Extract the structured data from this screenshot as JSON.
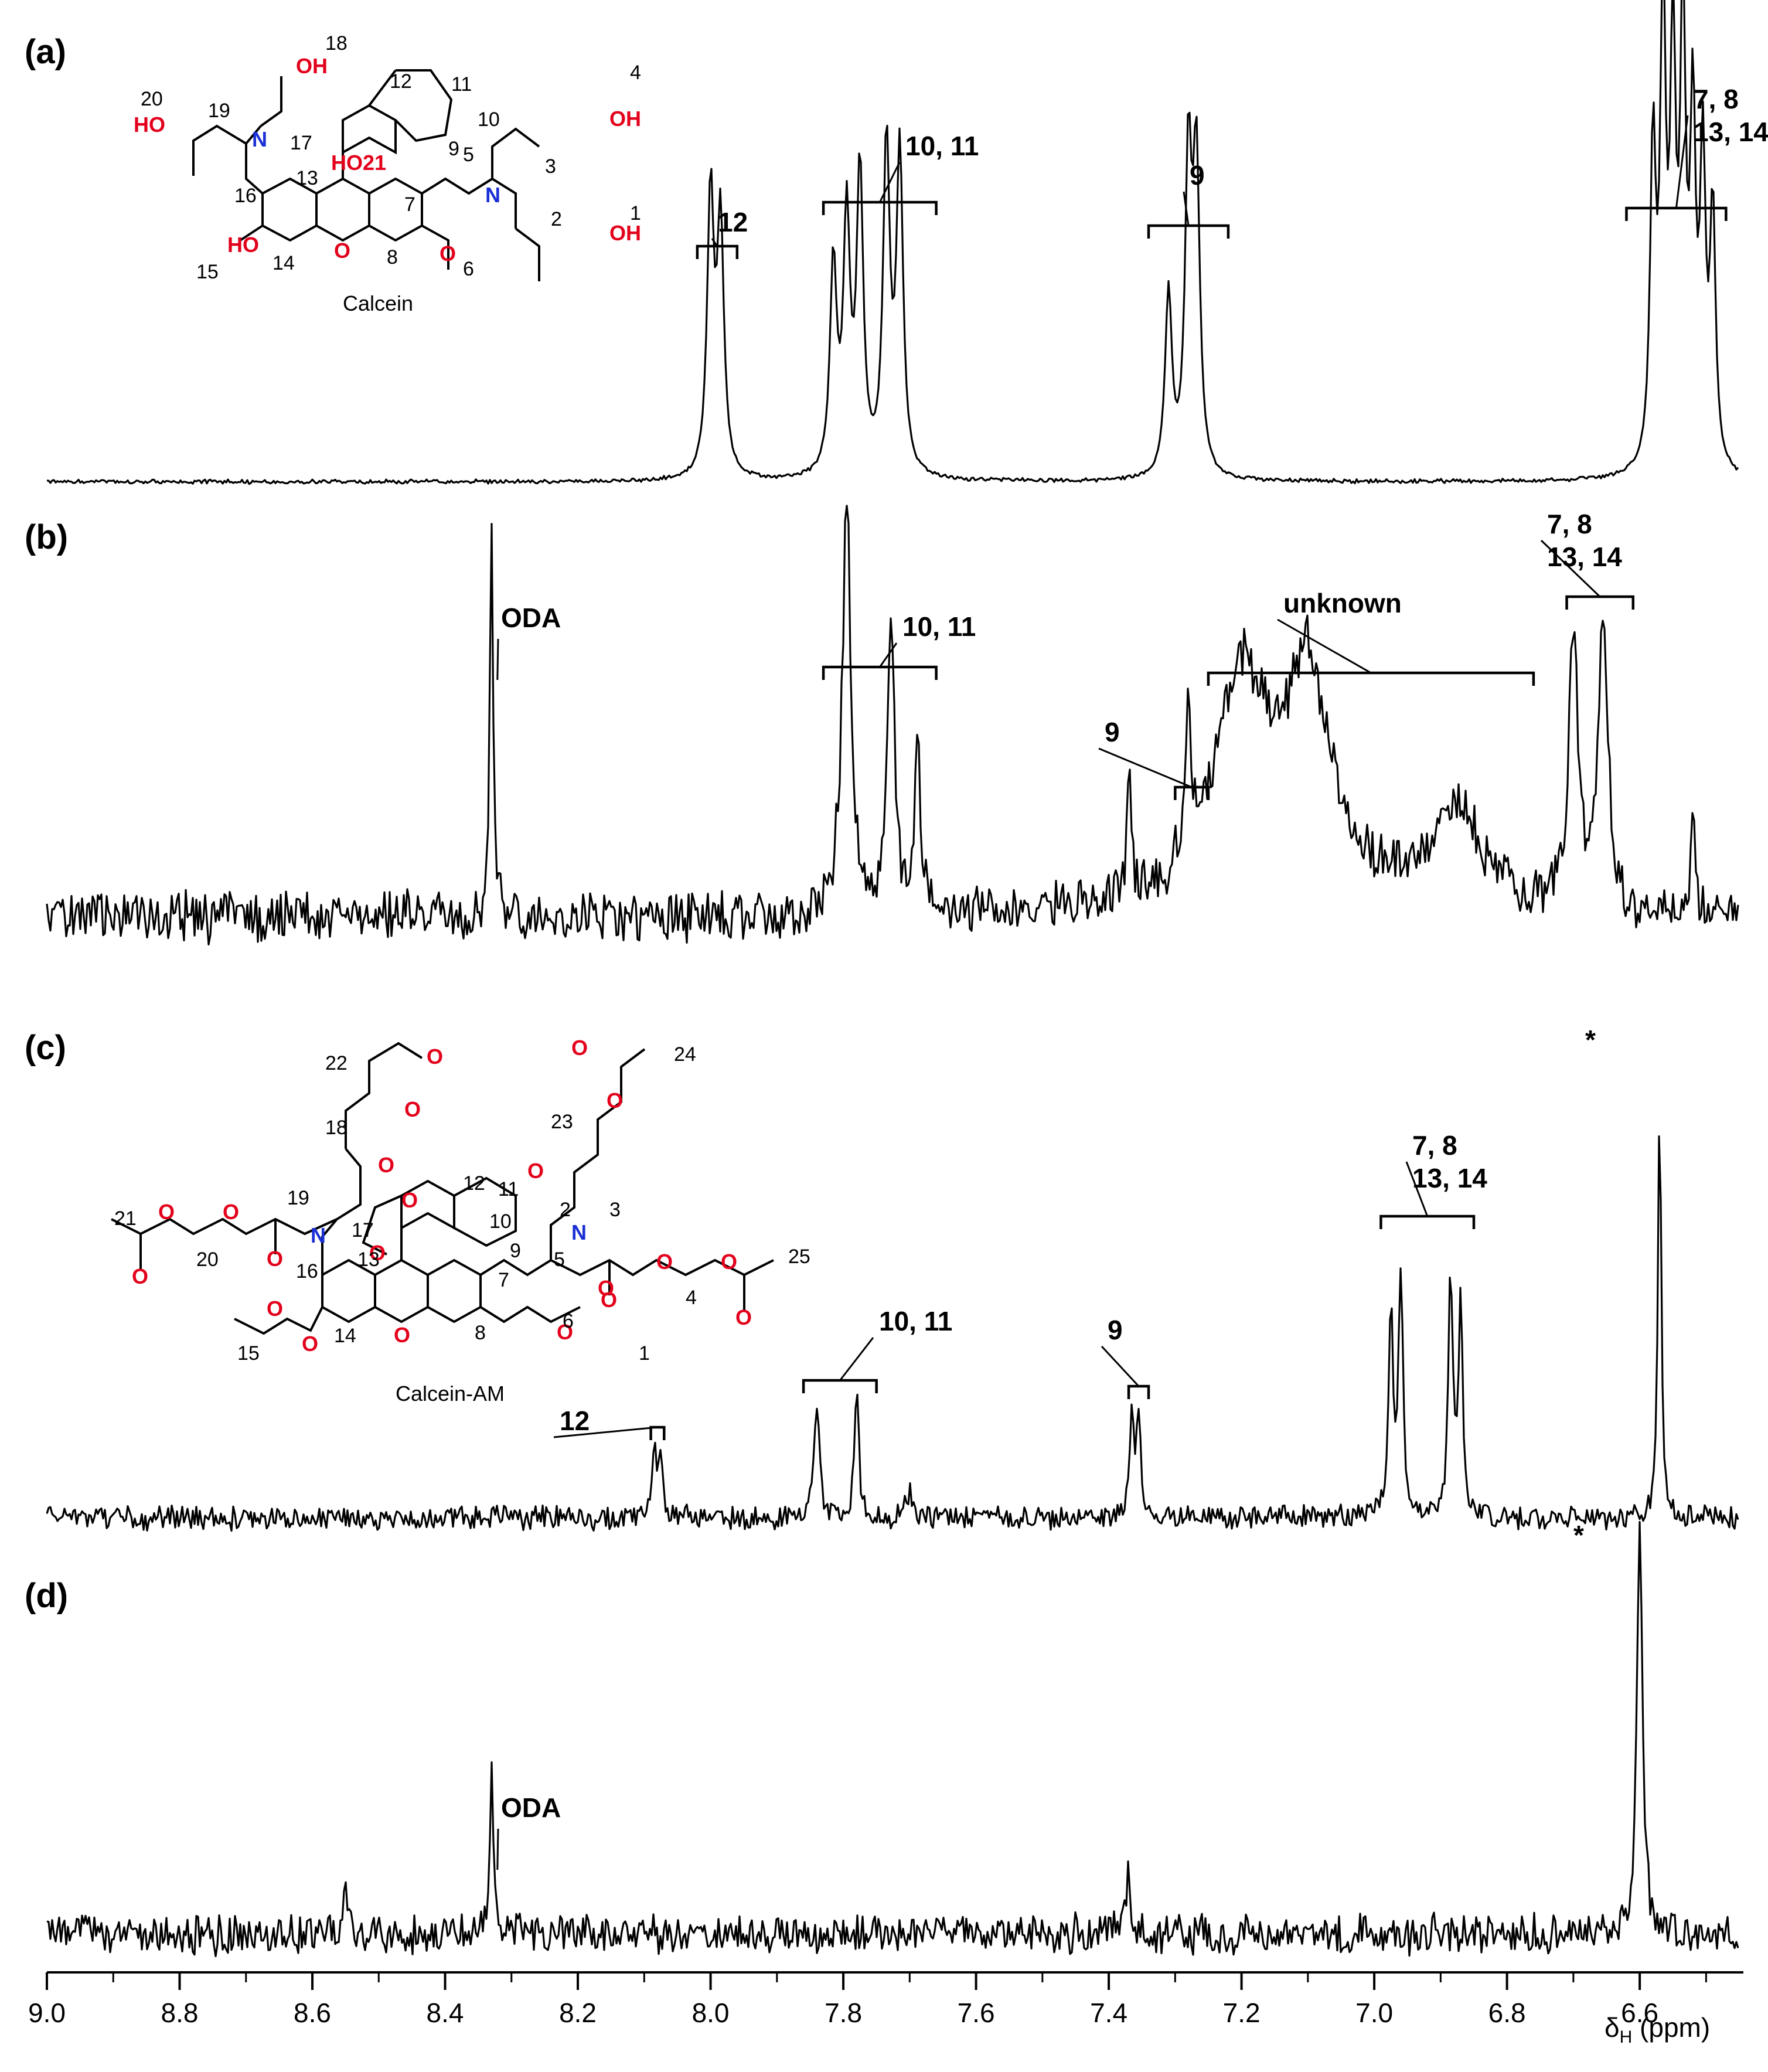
{
  "chart_data": {
    "type": "line",
    "xlabel": "δH (ppm)",
    "xlabel_main": "δ",
    "xlabel_sub": "H",
    "xlabel_unit": " (ppm)",
    "xlim": [
      9.0,
      6.45
    ],
    "x_reversed": true,
    "x_ticks": [
      "9.0",
      "8.8",
      "8.6",
      "8.4",
      "8.2",
      "8.0",
      "7.8",
      "7.6",
      "7.4",
      "7.2",
      "7.0",
      "6.8",
      "6.6"
    ],
    "panels": [
      {
        "label": "(a)",
        "molecule": "Calcein",
        "baseline_from": 8.99,
        "baseline_to": 6.45,
        "peaks": [
          {
            "x": 8.0,
            "h": 0.62,
            "w": 0.006
          },
          {
            "x": 7.985,
            "h": 0.55,
            "w": 0.006
          },
          {
            "x": 7.815,
            "h": 0.46,
            "w": 0.006
          },
          {
            "x": 7.795,
            "h": 0.55,
            "w": 0.006
          },
          {
            "x": 7.775,
            "h": 0.66,
            "w": 0.006
          },
          {
            "x": 7.735,
            "h": 0.72,
            "w": 0.006
          },
          {
            "x": 7.715,
            "h": 0.7,
            "w": 0.006
          },
          {
            "x": 7.31,
            "h": 0.4,
            "w": 0.006
          },
          {
            "x": 7.28,
            "h": 0.68,
            "w": 0.006
          },
          {
            "x": 7.268,
            "h": 0.66,
            "w": 0.006
          },
          {
            "x": 6.58,
            "h": 0.7,
            "w": 0.005
          },
          {
            "x": 6.565,
            "h": 1.0,
            "w": 0.005
          },
          {
            "x": 6.55,
            "h": 0.88,
            "w": 0.005
          },
          {
            "x": 6.535,
            "h": 0.96,
            "w": 0.005
          },
          {
            "x": 6.52,
            "h": 0.74,
            "w": 0.005
          },
          {
            "x": 6.505,
            "h": 0.66,
            "w": 0.005
          },
          {
            "x": 6.49,
            "h": 0.56,
            "w": 0.005
          }
        ],
        "annotations": [
          {
            "text": "12",
            "from": 8.02,
            "to": 7.96
          },
          {
            "text": "10, 11",
            "from": 7.83,
            "to": 7.66
          },
          {
            "text": "9",
            "from": 7.34,
            "to": 7.22
          },
          {
            "text": "7, 8\n13, 14",
            "from": 6.62,
            "to": 6.47
          }
        ]
      },
      {
        "label": "(b)",
        "peaks": [
          {
            "x": 8.33,
            "h": 0.92,
            "w": 0.003
          },
          {
            "x": 7.795,
            "h": 1.0,
            "w": 0.008
          },
          {
            "x": 7.728,
            "h": 0.72,
            "w": 0.006
          },
          {
            "x": 7.688,
            "h": 0.45,
            "w": 0.005
          },
          {
            "x": 7.37,
            "h": 0.3,
            "w": 0.004
          },
          {
            "x": 7.28,
            "h": 0.36,
            "w": 0.005
          },
          {
            "x": 7.2,
            "h": 0.55,
            "w": 0.05
          },
          {
            "x": 7.1,
            "h": 0.55,
            "w": 0.04
          },
          {
            "x": 6.88,
            "h": 0.25,
            "w": 0.05
          },
          {
            "x": 6.7,
            "h": 0.68,
            "w": 0.008
          },
          {
            "x": 6.655,
            "h": 0.74,
            "w": 0.008
          },
          {
            "x": 6.52,
            "h": 0.28,
            "w": 0.003
          }
        ],
        "annotations": [
          {
            "text": "ODA",
            "from": 8.33,
            "to": 8.33
          },
          {
            "text": "10, 11",
            "from": 7.83,
            "to": 7.66
          },
          {
            "text": "9",
            "from": 7.3,
            "to": 7.25
          },
          {
            "text": "unknown",
            "from": 7.25,
            "to": 6.76
          },
          {
            "text": "7, 8\n13, 14",
            "from": 6.71,
            "to": 6.61
          }
        ]
      },
      {
        "label": "(c)",
        "molecule": "Calcein-AM",
        "peaks": [
          {
            "x": 8.085,
            "h": 0.17,
            "w": 0.004
          },
          {
            "x": 8.075,
            "h": 0.15,
            "w": 0.004
          },
          {
            "x": 7.84,
            "h": 0.25,
            "w": 0.005
          },
          {
            "x": 7.78,
            "h": 0.3,
            "w": 0.004
          },
          {
            "x": 7.7,
            "h": 0.06,
            "w": 0.006
          },
          {
            "x": 7.365,
            "h": 0.23,
            "w": 0.004
          },
          {
            "x": 7.355,
            "h": 0.22,
            "w": 0.004
          },
          {
            "x": 6.975,
            "h": 0.5,
            "w": 0.004
          },
          {
            "x": 6.96,
            "h": 0.56,
            "w": 0.004
          },
          {
            "x": 6.885,
            "h": 0.57,
            "w": 0.004
          },
          {
            "x": 6.87,
            "h": 0.49,
            "w": 0.004
          },
          {
            "x": 6.57,
            "h": 1.0,
            "w": 0.003
          }
        ],
        "annotations": [
          {
            "text": "*",
            "from": 6.57,
            "to": 6.57
          },
          {
            "text": "12",
            "from": 8.09,
            "to": 8.07
          },
          {
            "text": "10, 11",
            "from": 7.86,
            "to": 7.75
          },
          {
            "text": "9",
            "from": 7.37,
            "to": 7.34
          },
          {
            "text": "7, 8\n13, 14",
            "from": 6.99,
            "to": 6.85
          }
        ]
      },
      {
        "label": "(d)",
        "peaks": [
          {
            "x": 8.33,
            "h": 0.42,
            "w": 0.003
          },
          {
            "x": 8.55,
            "h": 0.12,
            "w": 0.003
          },
          {
            "x": 7.37,
            "h": 0.16,
            "w": 0.004
          },
          {
            "x": 6.6,
            "h": 1.0,
            "w": 0.005
          }
        ],
        "annotations": [
          {
            "text": "*",
            "from": 6.6,
            "to": 6.6
          },
          {
            "text": "ODA",
            "from": 8.33,
            "to": 8.33
          }
        ]
      }
    ]
  },
  "molecules": {
    "calcein": {
      "name": "Calcein",
      "numbers": [
        "1",
        "2",
        "3",
        "4",
        "5",
        "6",
        "7",
        "8",
        "9",
        "10",
        "11",
        "12",
        "13",
        "14",
        "15",
        "16",
        "17",
        "18",
        "19",
        "20",
        "21"
      ],
      "atoms": {
        "OH": "OH",
        "HO": "HO",
        "O": "O",
        "N": "N",
        "HO21": "HO21"
      }
    },
    "calcein_am": {
      "name": "Calcein-AM",
      "numbers": [
        "1",
        "2",
        "3",
        "4",
        "5",
        "6",
        "7",
        "8",
        "9",
        "10",
        "11",
        "12",
        "13",
        "14",
        "15",
        "16",
        "17",
        "18",
        "19",
        "20",
        "21",
        "22",
        "23",
        "24",
        "25"
      ],
      "atoms": {
        "O": "O",
        "N": "N"
      }
    }
  }
}
